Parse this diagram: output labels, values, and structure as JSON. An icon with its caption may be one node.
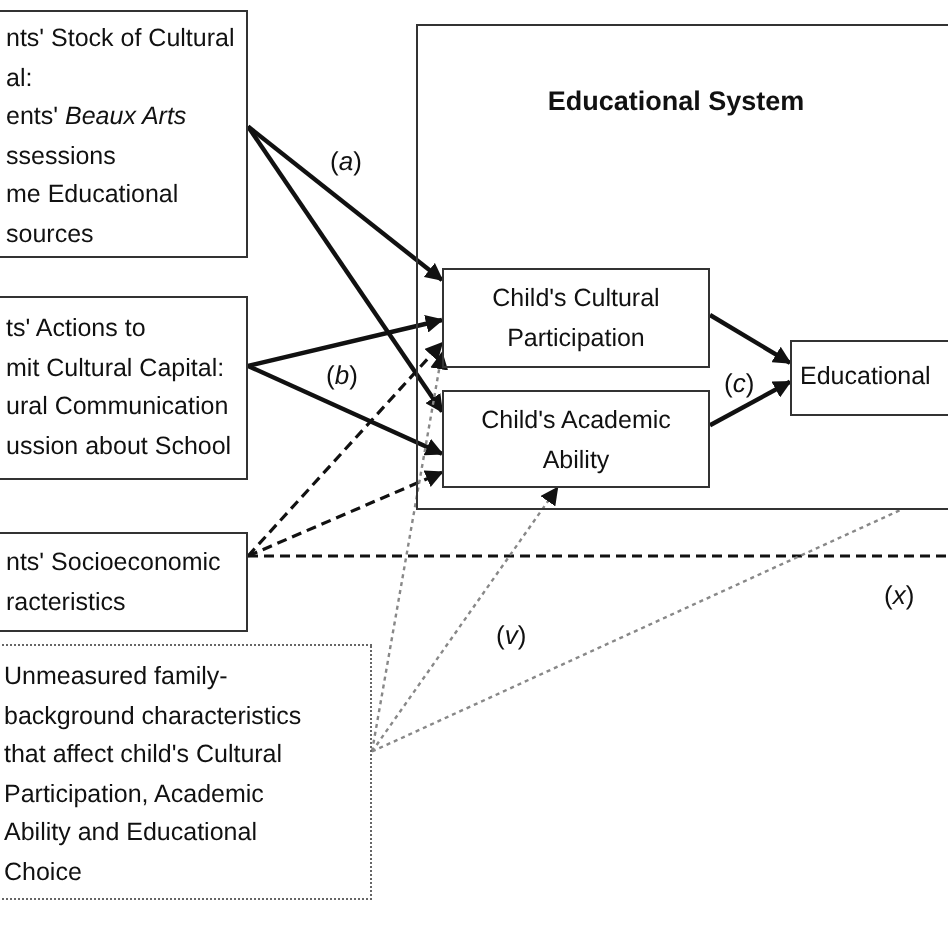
{
  "diagram": {
    "nodes": [
      {
        "text": [
          "nts' Stock of Cultural",
          "al:",
          "ents' *Beaux Arts*",
          "ssessions",
          "me Educational",
          "sources"
        ]
      },
      {
        "text": [
          "ts' Actions to",
          "mit Cultural Capital:",
          "ural Communication",
          "ussion about School"
        ]
      },
      {
        "text": [
          "nts' Socioeconomic",
          "racteristics"
        ]
      },
      {
        "text": [
          "Unmeasured family- background characteristics that affect child's Cultural Participation, Academic Ability and Educational Choice"
        ]
      },
      {
        "text": [
          "Educational System"
        ]
      },
      {
        "text": [
          "Child's Cultural Participation"
        ],
        "in": 4
      },
      {
        "text": [
          "Child's Academic Ability"
        ],
        "in": 4
      },
      {
        "text": [
          "Educational"
        ],
        "in": 4
      }
    ],
    "edges": [
      {
        "from": 0,
        "to": 5,
        "arrow": "to"
      },
      {
        "from": 0,
        "to": 6,
        "arrow": "to"
      },
      {
        "from": 1,
        "to": 5,
        "arrow": "to"
      },
      {
        "from": 1,
        "to": 6,
        "arrow": "to"
      },
      {
        "from": 5,
        "to": 7,
        "arrow": "to"
      },
      {
        "from": 6,
        "to": 7,
        "arrow": "to"
      },
      {
        "from": 2,
        "to": 5,
        "arrow": "to",
        "style": "dashed"
      },
      {
        "from": 2,
        "to": 6,
        "arrow": "to",
        "style": "dashed"
      },
      {
        "from": 2,
        "to": null,
        "arrow": "none",
        "style": "dashed"
      },
      {
        "from": 3,
        "to": 5,
        "arrow": "to",
        "style": "dashed",
        "color": "#888888"
      },
      {
        "from": 3,
        "to": 6,
        "arrow": "to",
        "style": "dashed",
        "color": "#888888"
      },
      {
        "from": 3,
        "to": 4,
        "arrow": "none",
        "style": "dashed",
        "color": "#888888"
      }
    ],
    "labels": [
      "(*a*)",
      "(*b*)",
      "(*c*)",
      "(*v*)",
      "(*x*)"
    ]
  }
}
